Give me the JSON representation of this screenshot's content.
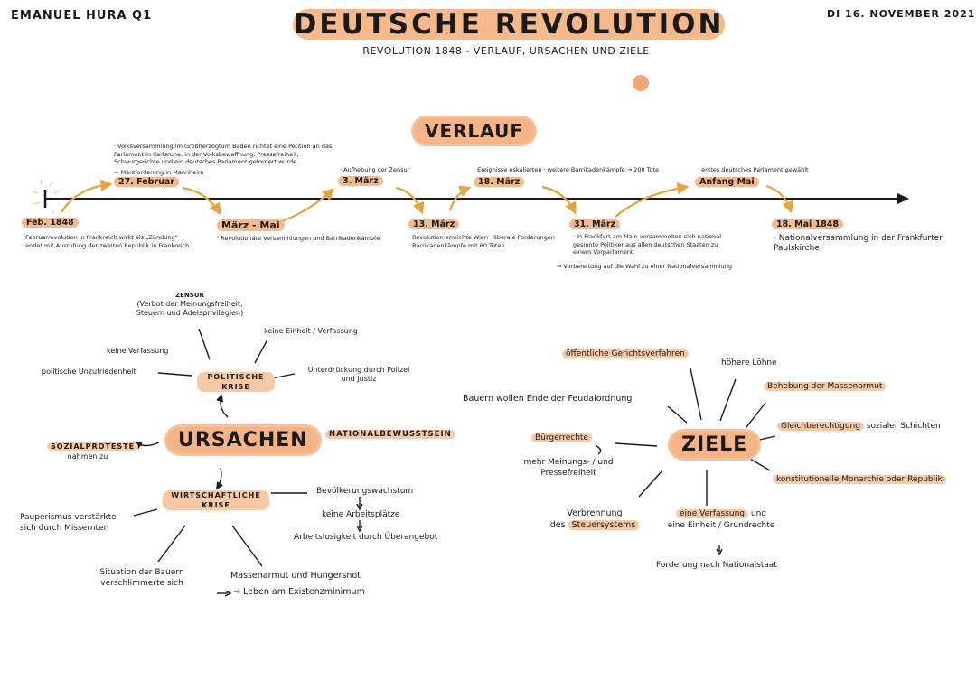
{
  "header": {
    "author": "EMANUEL HURA Q1",
    "title": "DEUTSCHE REVOLUTION",
    "subtitle": "REVOLUTION 1848 - VERLAUF, URSACHEN UND ZIELE",
    "date": "DI 16. NOVEMBER 2021"
  },
  "colors": {
    "highlight": "#f5b98a",
    "blob": "#f4b486",
    "arrow": "#e8a23c",
    "ink": "#1a1a1a"
  },
  "verlauf": {
    "heading": "VERLAUF",
    "events": [
      {
        "date": "Feb. 1848",
        "notes": [
          "Februarrevolution in Frankreich wirkt als „Zündung“",
          "endet mit Ausrufung der zweiten Republik in Frankreich"
        ]
      },
      {
        "date": "27. Februar",
        "notes": [
          "Volksversammlung im Großherzogtum Baden richtet eine Petition an das Parlament in Karlsruhe, in der Volksbewaffnung, Pressefreiheit, Schwurgerichte und ein deutsches Parlament gefordert wurde.",
          "⇒ Märzforderung in Mannheim"
        ]
      },
      {
        "date": "März - Mai",
        "notes": [
          "Revolutionäre Versammlungen und Barrikadenkämpfe"
        ]
      },
      {
        "date": "3. März",
        "notes": [
          "Aufhebung der Zensur"
        ]
      },
      {
        "date": "13. März",
        "notes": [
          "Revolution erreichte Wien · liberale Forderungen",
          "Barrikadenkämpfe mit 60 Toten"
        ]
      },
      {
        "date": "18. März",
        "notes": [
          "Ereignisse eskalierten · weitere Barrikadenkämpfe → 200 Tote"
        ]
      },
      {
        "date": "31. März",
        "notes": [
          "In Frankfurt am Main versammelten sich national gesinnte Politiker aus allen deutschen Staaten zu einem Vorparlament",
          "⇒ Vorbereitung auf die Wahl zu einer Nationalversammlung"
        ]
      },
      {
        "date": "Anfang Mai",
        "notes": [
          "erstes deutsches Parlament gewählt"
        ]
      },
      {
        "date": "18. Mai 1848",
        "notes": [
          "Nationalversammlung in der Frankfurter Paulskirche"
        ]
      }
    ]
  },
  "ursachen": {
    "heading": "URSACHEN",
    "politische_krise": {
      "label": "POLITISCHE KRISE",
      "items": [
        {
          "title": "ZENSUR",
          "text": "(Verbot der Meinungsfreiheit, Steuern und Adelsprivilegien)"
        },
        {
          "text": "keine Einheit / Verfassung"
        },
        {
          "text": "keine Verfassung"
        },
        {
          "text": "politische Unzufriedenheit"
        },
        {
          "text": "Unterdrückung durch Polizei und Justiz"
        }
      ]
    },
    "nationalbewusstsein": "NATIONALBEWUSSTSEIN",
    "sozialproteste": {
      "label": "SOZIALPROTESTE",
      "text": "nahmen zu"
    },
    "wirtschaftliche_krise": {
      "label": "WIRTSCHAFTLICHE KRISE",
      "items": [
        "Pauperismus verstärkte sich durch Missernten",
        "Situation der Bauern verschlimmerte sich",
        "Massenarmut und Hungersnot",
        "→ Leben am Existenzminimum"
      ],
      "chain": [
        "Bevölkerungswachstum",
        "keine Arbeitsplätze",
        "Arbeitslosigkeit durch Überangebot"
      ]
    }
  },
  "ziele": {
    "heading": "ZIELE",
    "items": {
      "gericht": "öffentliche Gerichtsverfahren",
      "loehne": "höhere Löhne",
      "massenarmut": "Behebung der Massenarmut",
      "gleich_hl": "Gleichberechtigung",
      "gleich_rest": "sozialer Schichten",
      "monarchie": "konstitutionelle Monarchie oder Republik",
      "bauern": "Bauern wollen Ende der Feudalordnung",
      "buerger": "Bürgerrechte",
      "buerger_sub": "mehr Meinungs- / und Pressefreiheit",
      "verbrennung_1": "Verbrennung",
      "verbrennung_2a": "des",
      "verbrennung_2b": "Steuersystems",
      "verfassung_hl": "eine Verfassung",
      "verfassung_rest": "und",
      "einheit": "eine Einheit / Grundrechte",
      "national": "Forderung nach Nationalstaat"
    }
  }
}
